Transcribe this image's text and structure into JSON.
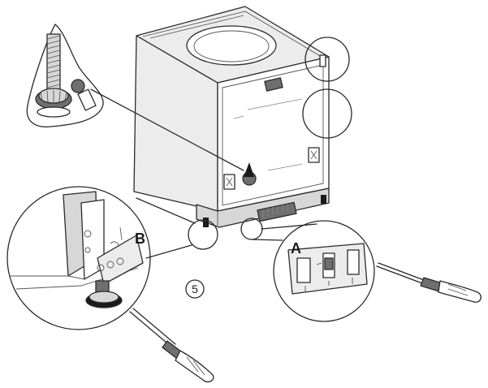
{
  "figure": {
    "callout_a_label": "A",
    "callout_b_label": "B",
    "step_number": "5"
  },
  "icons": {
    "appliance": "dishwasher-icon",
    "adjusting_foot": "adjustable-foot-icon",
    "screwdriver": "screwdriver-icon"
  }
}
